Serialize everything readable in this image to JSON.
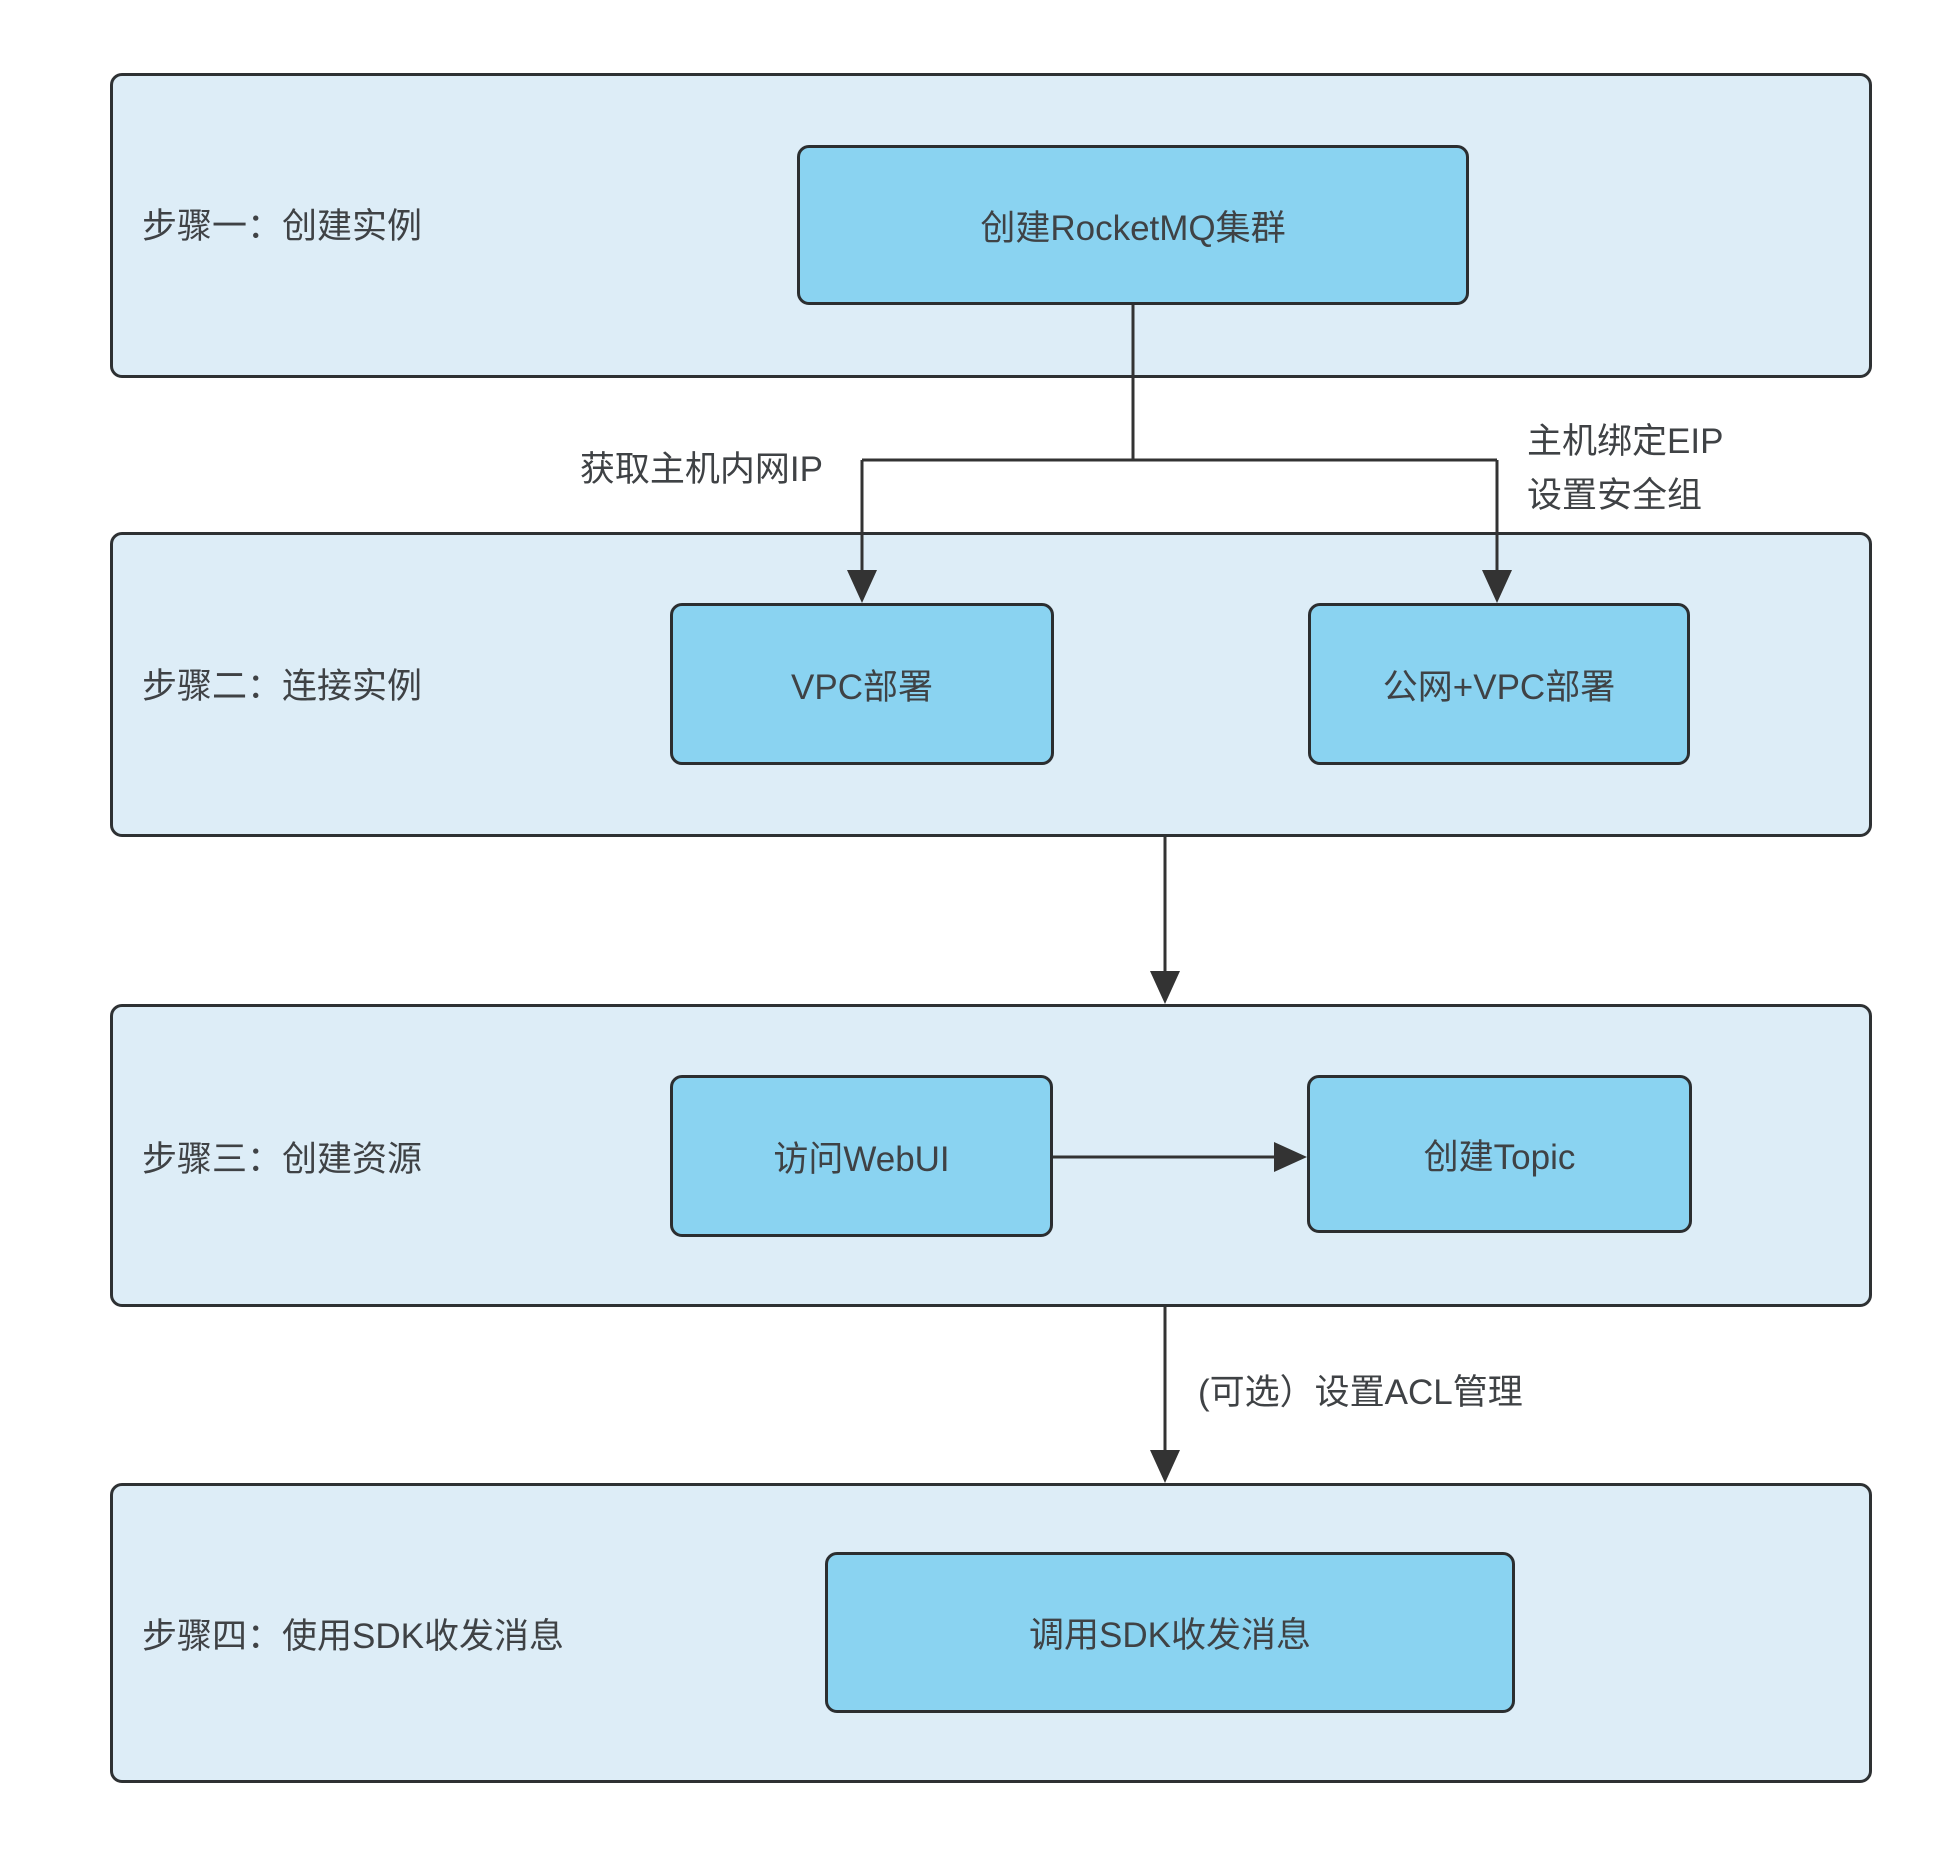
{
  "colors": {
    "panel_fill": "#ddedf7",
    "panel_border": "#2e3133",
    "node_fill": "#8ad3f1",
    "node_border": "#2b2e30",
    "connector": "#333333",
    "text": "#3f4245",
    "background": "#ffffff"
  },
  "steps": [
    {
      "label": "步骤一：创建实例",
      "nodes": [
        {
          "label": "创建RocketMQ集群"
        }
      ]
    },
    {
      "label": "步骤二：连接实例",
      "nodes": [
        {
          "label": "VPC部署"
        },
        {
          "label": "公网+VPC部署"
        }
      ]
    },
    {
      "label": "步骤三：创建资源",
      "nodes": [
        {
          "label": "访问WebUI"
        },
        {
          "label": "创建Topic"
        }
      ]
    },
    {
      "label": "步骤四：使用SDK收发消息",
      "nodes": [
        {
          "label": "调用SDK收发消息"
        }
      ]
    }
  ],
  "edge_labels": {
    "get_intranet_ip": "获取主机内网IP",
    "bind_eip_line1": "主机绑定EIP",
    "bind_eip_line2": "设置安全组",
    "acl_optional": "(可选）设置ACL管理"
  }
}
